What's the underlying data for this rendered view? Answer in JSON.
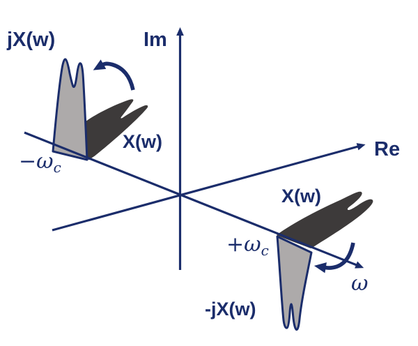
{
  "diagram": {
    "type": "complex-plane-spectrum-rotation",
    "axes": {
      "imaginary_label": "Im",
      "real_label": "Re",
      "frequency_label": "ω"
    },
    "labels": {
      "rotated_positive_spectrum": "jX(w)",
      "flat_spectrum_negative_side": "X(w)",
      "flat_spectrum_positive_side": "X(w)",
      "rotated_negative_spectrum": "-jX(w)",
      "neg_cutoff_main": "−ω",
      "neg_cutoff_sub": "c",
      "pos_cutoff_main": "+ω",
      "pos_cutoff_sub": "c"
    },
    "colors": {
      "axis": "#1b2d6b",
      "flat_spectrum": "#3d3a3a",
      "rotated_spectrum": "#adaaaa",
      "background": "#ffffff"
    }
  }
}
